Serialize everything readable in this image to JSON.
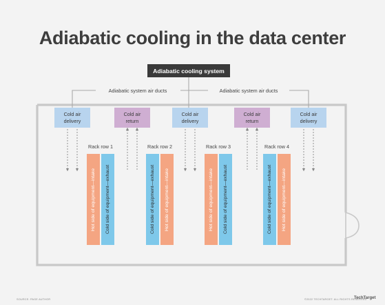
{
  "title": "Adiabatic cooling in the data center",
  "system_label": "Adiabatic cooling system",
  "duct_labels": [
    "Adiabatic system air ducts",
    "Adiabatic system air ducts"
  ],
  "units": [
    {
      "kind": "delivery",
      "line1": "Cold air",
      "line2": "delivery"
    },
    {
      "kind": "return",
      "line1": "Cold air",
      "line2": "return"
    },
    {
      "kind": "delivery",
      "line1": "Cold air",
      "line2": "delivery"
    },
    {
      "kind": "return",
      "line1": "Cold air",
      "line2": "return"
    },
    {
      "kind": "delivery",
      "line1": "Cold air",
      "line2": "delivery"
    }
  ],
  "rack_rows": [
    {
      "label": "Rack row 1",
      "columns": [
        {
          "side": "hot",
          "text": "Hot side of equipment—intake"
        },
        {
          "side": "cold",
          "text": "Cold side of equipment—exhaust"
        }
      ]
    },
    {
      "label": "Rack row 2",
      "columns": [
        {
          "side": "cold",
          "text": "Cold side of equipment—exhaust"
        },
        {
          "side": "hot",
          "text": "Hot side of equipment—intake"
        }
      ]
    },
    {
      "label": "Rack row 3",
      "columns": [
        {
          "side": "hot",
          "text": "Hot side of equipment—intake"
        },
        {
          "side": "cold",
          "text": "Cold side of equipment—exhaust"
        }
      ]
    },
    {
      "label": "Rack row 4",
      "columns": [
        {
          "side": "cold",
          "text": "Cold side of equipment—exhaust"
        },
        {
          "side": "hot",
          "text": "Hot side of equipment—intake"
        }
      ]
    }
  ],
  "colors": {
    "system_box": "#3a3a3a",
    "delivery": "#b8d4ee",
    "return": "#cfaed2",
    "hot": "#f4a582",
    "cold": "#7ec8ea",
    "duct": "#aaaaaa",
    "wall": "#c8c8c8",
    "arrow": "#888888"
  },
  "footer": {
    "left": "SOURCE: PAGE AUTHOR",
    "right": "©2022 TECHTARGET. ALL RIGHTS RESERVED",
    "logo": "TechTarget"
  }
}
